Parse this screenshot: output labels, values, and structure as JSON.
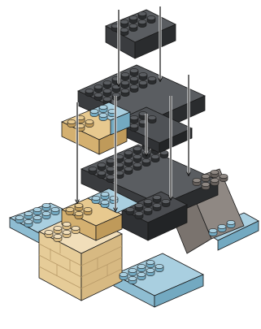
{
  "diagram": {
    "kind": "exploded-brick-assembly-step",
    "colors": {
      "dark_top": "#5a5d61",
      "dark_left": "#3a3c3f",
      "dark_right": "#2a2c2e",
      "blue_top": "#a9cfe0",
      "blue_left": "#8ebdd2",
      "blue_right": "#73a9c1",
      "tan_top": "#e7c98f",
      "tan_left": "#d4b070",
      "tan_right": "#bf9a5a",
      "taupe_top": "#8f8883",
      "taupe_left": "#7a736e",
      "taupe_right": "#645e5a",
      "sand_top": "#f1deba",
      "sand_left": "#e6cc98",
      "sand_right": "#d7b982",
      "outline": "#1a1a1a",
      "arrow": "#111111",
      "highlight": "#ffffff"
    },
    "parts": [
      {
        "name": "plate-2x4-dark-grey-top",
        "color": "dark",
        "layer": "top"
      },
      {
        "name": "plate-large-dark-grey-middle",
        "color": "dark",
        "layer": "middle"
      },
      {
        "name": "plate-1x4-tan-blue",
        "color": "tan-blue",
        "layer": "middle"
      },
      {
        "name": "base-assembly",
        "color": "mixed",
        "layer": "base"
      }
    ],
    "arrows": 7
  }
}
